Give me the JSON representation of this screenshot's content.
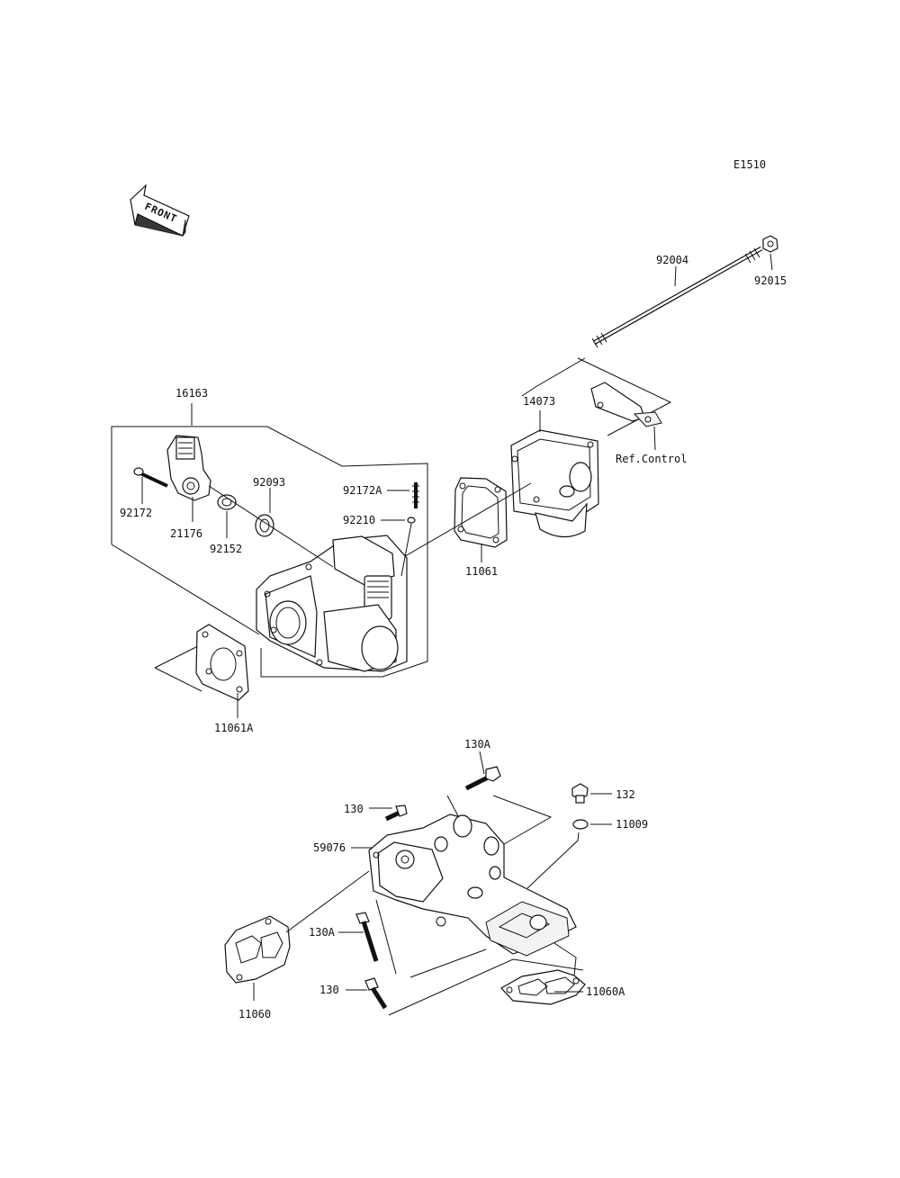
{
  "diagram_code": "E1510",
  "front_arrow_label": "FRONT",
  "parts": {
    "p92004": "92004",
    "p92015": "92015",
    "p14073": "14073",
    "ref_control": "Ref.Control",
    "p16163": "16163",
    "p92093": "92093",
    "p92172A": "92172A",
    "p92210": "92210",
    "p92172": "92172",
    "p21176": "21176",
    "p92152": "92152",
    "p11061": "11061",
    "p11061A": "11061A",
    "p130A_top": "130A",
    "p132": "132",
    "p130_top": "130",
    "p11009": "11009",
    "p59076": "59076",
    "p130A_left": "130A",
    "p130_bottom": "130",
    "p11060": "11060",
    "p11060A": "11060A"
  }
}
